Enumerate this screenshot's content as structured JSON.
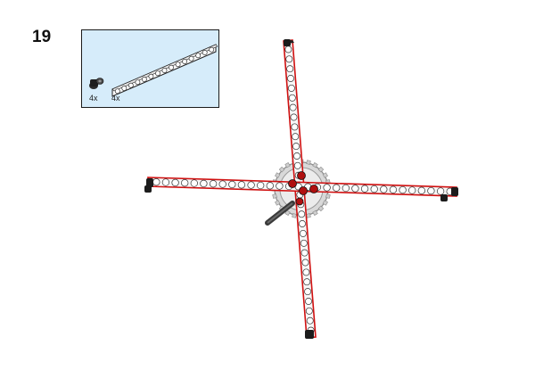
{
  "step": {
    "number": "19"
  },
  "parts_list": {
    "items": [
      {
        "name": "connector-peg",
        "quantity": "4x"
      },
      {
        "name": "beam-15",
        "quantity": "4x"
      }
    ]
  },
  "colors": {
    "background": "#ffffff",
    "parts_box_background": "#d6ecfa",
    "highlight": "#d01010",
    "beam_fill": "#f7f7f7",
    "outline": "#222222",
    "gear": "#bdbdbd",
    "axle": "#3a3a3a"
  },
  "icons": {
    "peg": "connector-peg-icon",
    "beam": "beam-15-icon"
  }
}
